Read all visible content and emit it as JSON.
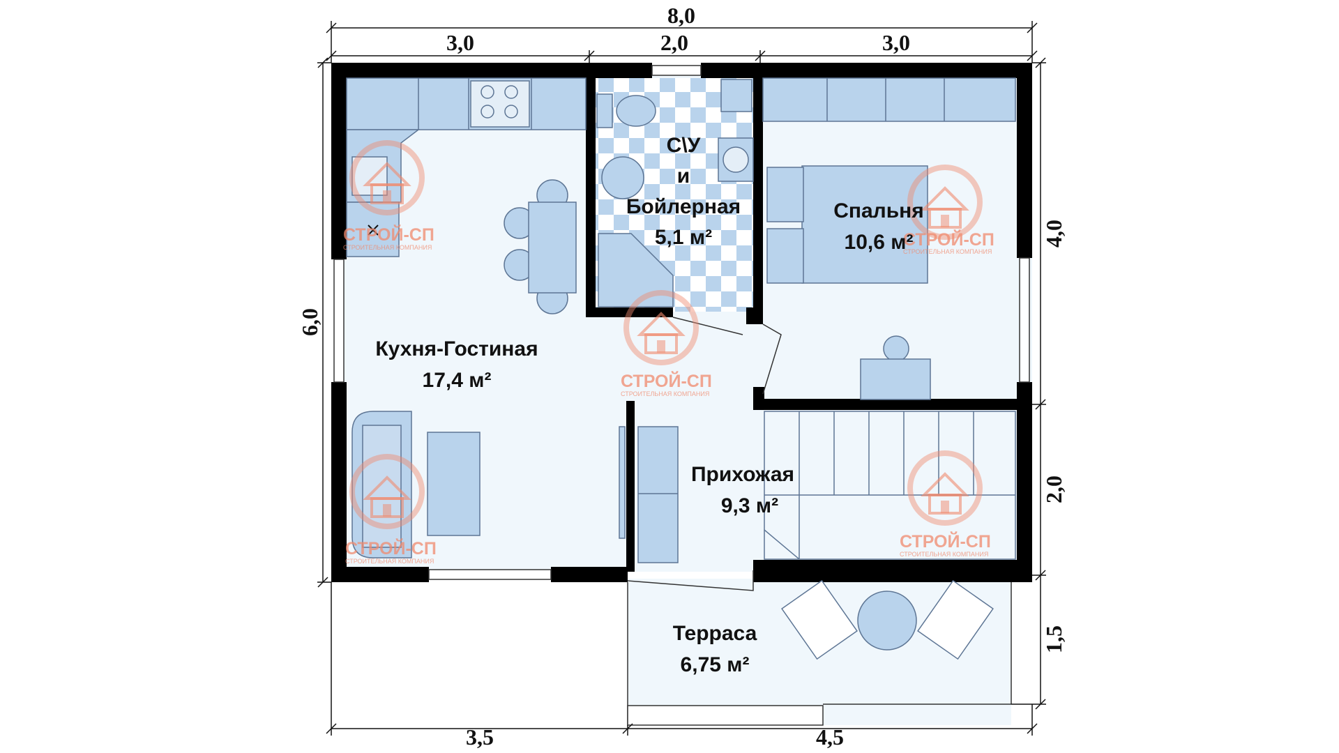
{
  "rooms": {
    "kitchen": {
      "name": "Кухня-Гостиная",
      "area": "17,4 м²"
    },
    "bathroom": {
      "name_line1": "С\\У",
      "name_line2": "и",
      "name_line3": "Бойлерная",
      "area": "5,1 м²"
    },
    "bedroom": {
      "name": "Спальня",
      "area": "10,6 м²"
    },
    "hall": {
      "name": "Прихожая",
      "area": "9,3 м²"
    },
    "terrace": {
      "name": "Терраса",
      "area": "6,75 м²"
    }
  },
  "dimensions": {
    "top_total": "8,0",
    "top_left": "3,0",
    "top_middle": "2,0",
    "top_right": "3,0",
    "left_total": "6,0",
    "right_upper": "4,0",
    "right_middle": "2,0",
    "right_lower": "1,5",
    "bottom_left": "3,5",
    "bottom_right": "4,5"
  },
  "watermark": {
    "brand": "СТРОЙ-СП",
    "tagline": "СТРОИТЕЛЬНАЯ КОМПАНИЯ"
  },
  "colors": {
    "wall": "#000000",
    "floor": "#f0f7fc",
    "furniture": "#b9d3ec",
    "furniture_stroke": "#5d7594",
    "tile_blue": "#b9d3ec",
    "watermark": "#f08a6e"
  }
}
